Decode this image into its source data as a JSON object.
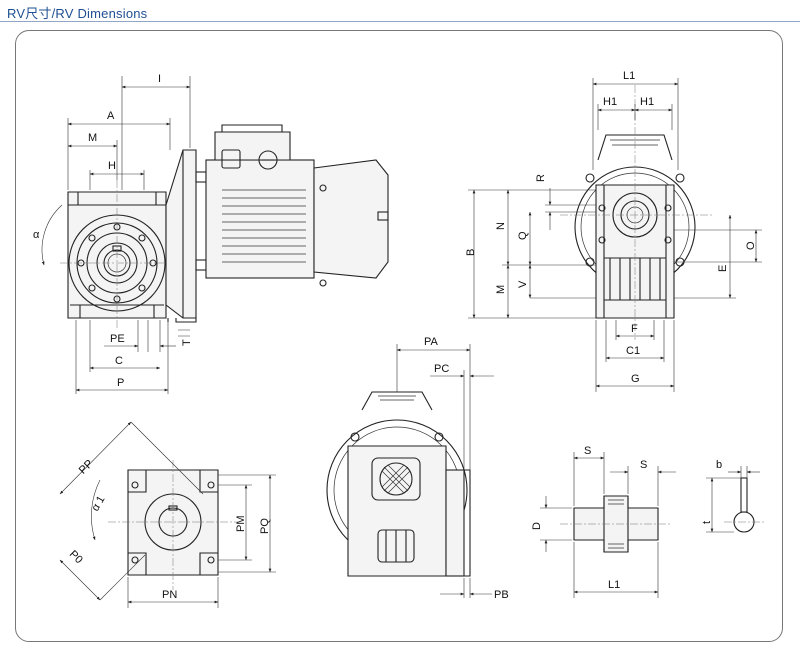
{
  "header": {
    "title": "RV尺寸/RV Dimensions"
  },
  "labels": {
    "I": "I",
    "A": "A",
    "M": "M",
    "H": "H",
    "alpha": "α",
    "PE": "PE",
    "C": "C",
    "P": "P",
    "T": "T",
    "L1": "L1",
    "H1a": "H1",
    "H1b": "H1",
    "R": "R",
    "N": "N",
    "Q": "Q",
    "B": "B",
    "V": "V",
    "M2": "M",
    "O": "O",
    "E": "E",
    "F": "F",
    "C1": "C1",
    "G": "G",
    "PA": "PA",
    "PC": "PC",
    "PB": "PB",
    "PP": "PP",
    "alpha1": "α 1",
    "P0": "P0",
    "PM": "PM",
    "PQ": "PQ",
    "PN": "PN",
    "S1": "S",
    "S2": "S",
    "D": "D",
    "L1b": "L1",
    "b": "b",
    "t": "t"
  }
}
